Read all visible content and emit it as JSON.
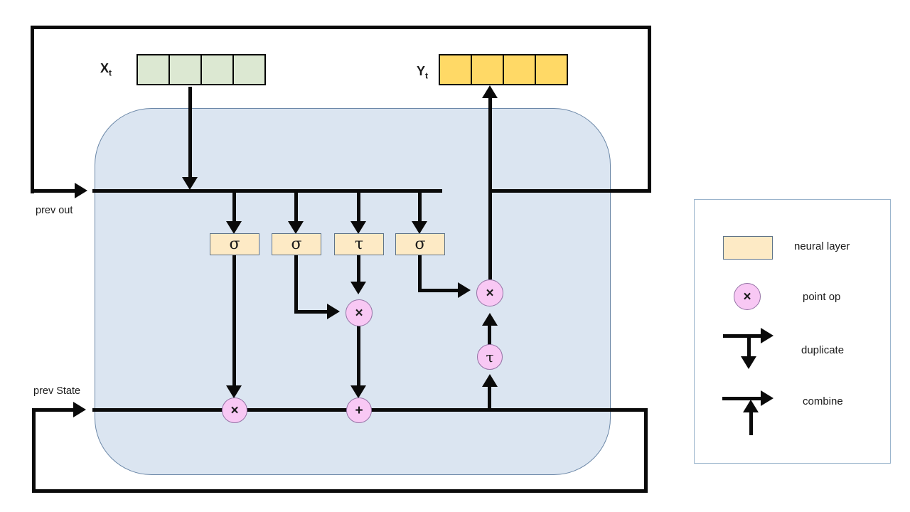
{
  "diagram": {
    "input_vector": {
      "label": "X",
      "subscript": "t",
      "cells": 4
    },
    "output_vector": {
      "label": "Y",
      "subscript": "t",
      "cells": 4
    },
    "prev_out_label": "prev out",
    "prev_state_label": "prev State",
    "gates": [
      {
        "symbol": "σ"
      },
      {
        "symbol": "σ"
      },
      {
        "symbol": "τ"
      },
      {
        "symbol": "σ"
      }
    ],
    "point_ops": {
      "state_multiply": "×",
      "input_multiply": "×",
      "state_add": "+",
      "output_multiply": "×",
      "state_tanh": "τ"
    }
  },
  "legend": {
    "items": [
      {
        "icon": "neural-layer-swatch",
        "label": "neural layer"
      },
      {
        "icon": "point-op-circle",
        "label": "point op",
        "symbol": "×"
      },
      {
        "icon": "duplicate-arrow",
        "label": "duplicate"
      },
      {
        "icon": "combine-arrow",
        "label": "combine"
      }
    ]
  },
  "colors": {
    "cell_body_fill": "#dbe5f1",
    "cell_body_border": "#6c88a8",
    "input_cell_fill": "#dce8d2",
    "output_cell_fill": "#ffd966",
    "neural_layer_fill": "#fdeac5",
    "neural_layer_border": "#5f7388",
    "point_op_fill": "#f8c8f4",
    "point_op_border": "#9673a6",
    "line_color": "#0a0a0a",
    "legend_border": "#9ab4cc"
  }
}
